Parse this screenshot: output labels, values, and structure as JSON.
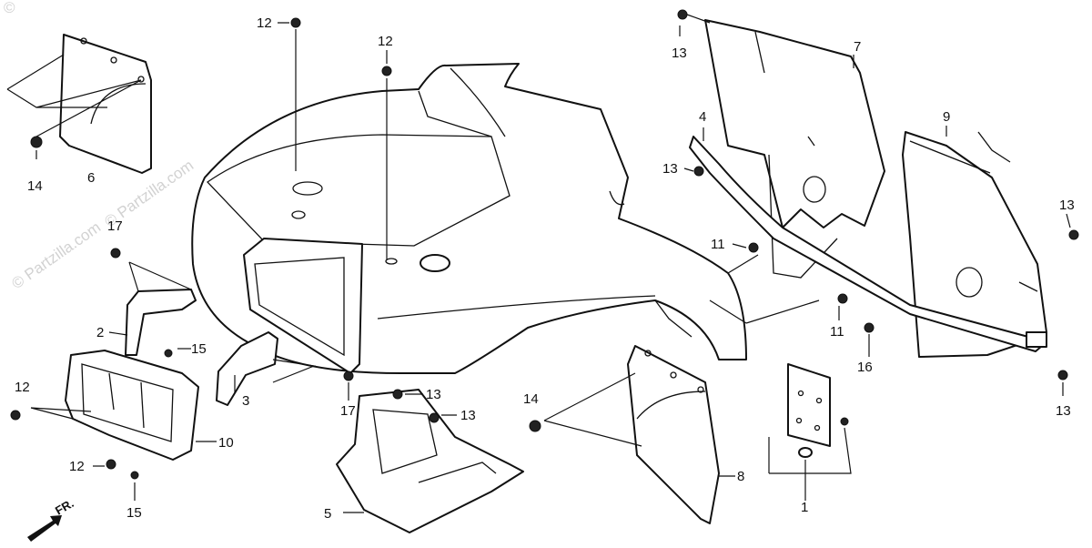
{
  "watermark": {
    "copyright": "©",
    "brand": "© Partzilla.com"
  },
  "direction": {
    "label": "FR."
  },
  "callouts": {
    "c1": "1",
    "c2": "2",
    "c3": "3",
    "c4": "4",
    "c5": "5",
    "c6": "6",
    "c7": "7",
    "c8": "8",
    "c9": "9",
    "c10": "10",
    "c11a": "11",
    "c11b": "11",
    "c12a": "12",
    "c12b": "12",
    "c12c": "12",
    "c12d": "12",
    "c13a": "13",
    "c13b": "13",
    "c13c": "13",
    "c13d": "13",
    "c13e": "13",
    "c13f": "13",
    "c14a": "14",
    "c14b": "14",
    "c15a": "15",
    "c15b": "15",
    "c16": "16",
    "c17a": "17",
    "c17b": "17"
  }
}
